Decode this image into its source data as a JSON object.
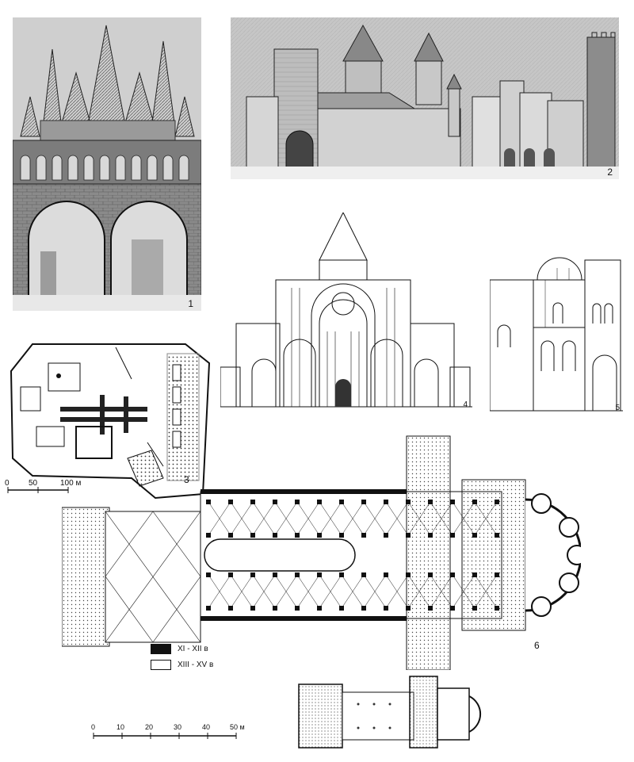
{
  "figures": {
    "f1": {
      "number": "1"
    },
    "f2": {
      "number": "2"
    },
    "f3": {
      "number": "3",
      "scale_labels": [
        "0",
        "50",
        "100 м"
      ]
    },
    "f4": {
      "number": "4"
    },
    "f5": {
      "number": "5"
    },
    "f6": {
      "number": "6"
    }
  },
  "legend": {
    "items": [
      {
        "label": "XI - XII в",
        "swatch": "#111111"
      },
      {
        "label": "XIII - XV в",
        "swatch": "#ffffff"
      }
    ]
  },
  "scale_bar": {
    "ticks": [
      "0",
      "10",
      "20",
      "30",
      "40",
      "50 м"
    ]
  }
}
